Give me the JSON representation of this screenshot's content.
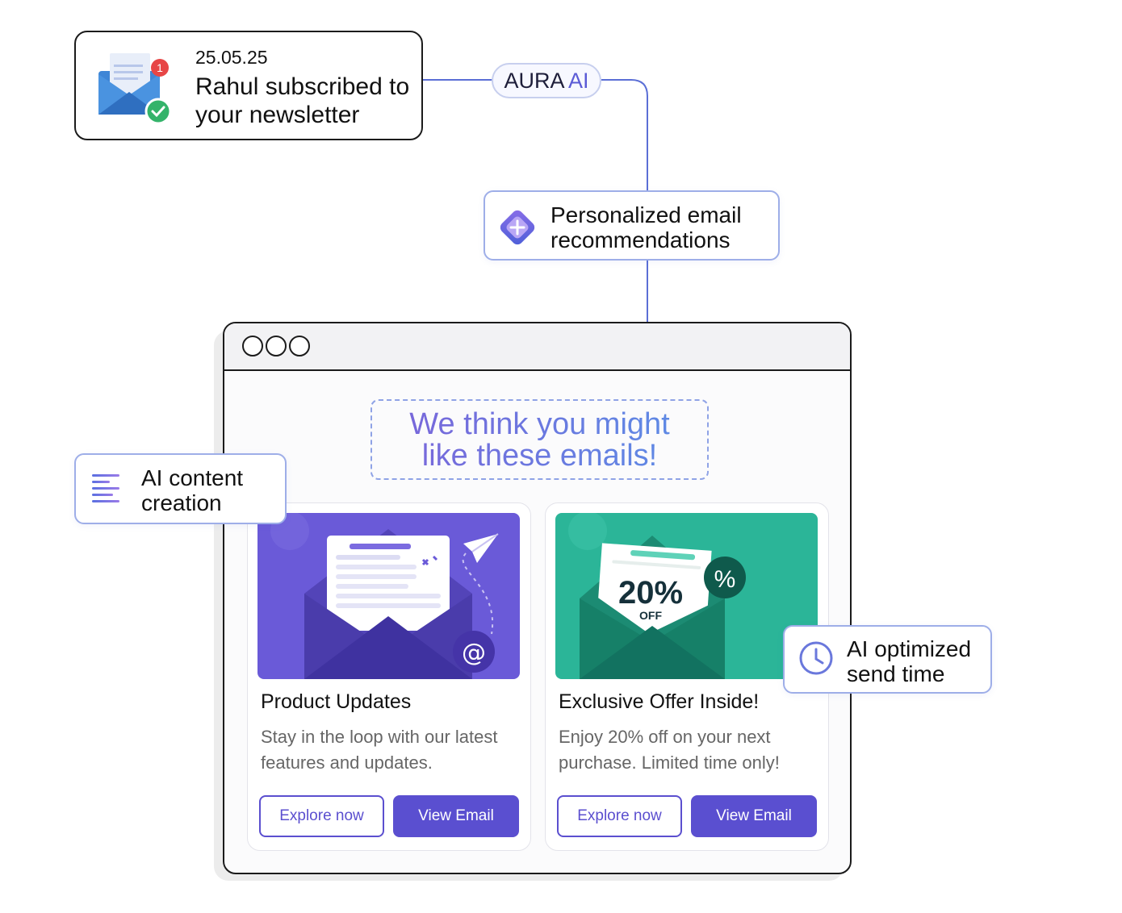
{
  "notification": {
    "date": "25.05.25",
    "message": "Rahul subscribed to your newsletter",
    "badge_count": "1"
  },
  "aura": {
    "name": "AURA",
    "suffix": "AI"
  },
  "features": {
    "personalized": "Personalized email recommendations",
    "content": "AI content creation",
    "send_time": "AI optimized send time"
  },
  "browser": {
    "headline_line1": "We think you might",
    "headline_line2": "like these emails!",
    "cards": [
      {
        "title": "Product Updates",
        "description": "Stay in the loop with our latest features and updates.",
        "explore_label": "Explore now",
        "view_label": "View Email",
        "image_icon": "@"
      },
      {
        "title": "Exclusive Offer Inside!",
        "description": "Enjoy 20% off on your next purchase. Limited time only!",
        "explore_label": "Explore now",
        "view_label": "View Email",
        "discount": "20%",
        "discount_sub": "OFF",
        "percent_icon": "%"
      }
    ]
  },
  "colors": {
    "primary": "#5a4fd0",
    "card1_bg": "#6a5ad8",
    "card2_bg": "#2bb598",
    "connector": "#5b6fd6"
  }
}
